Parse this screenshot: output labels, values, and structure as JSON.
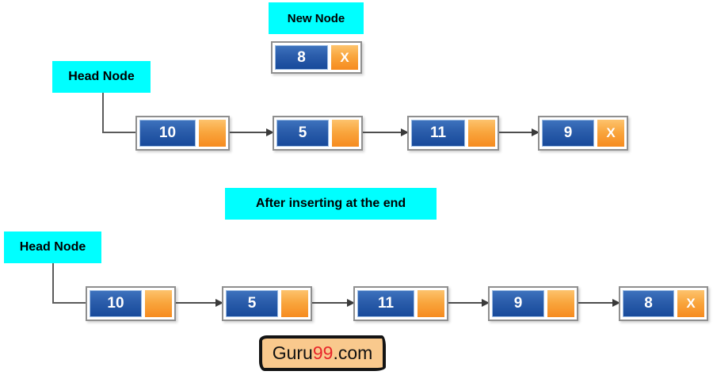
{
  "new_node": {
    "label": "New Node",
    "value": "8",
    "pointer": "X"
  },
  "head_label_top": "Head Node",
  "head_label_bottom": "Head Node",
  "after_label": "After inserting at the end",
  "list_before": [
    {
      "value": "10",
      "pointer": ""
    },
    {
      "value": "5",
      "pointer": ""
    },
    {
      "value": "11",
      "pointer": ""
    },
    {
      "value": "9",
      "pointer": "X"
    }
  ],
  "list_after": [
    {
      "value": "10",
      "pointer": ""
    },
    {
      "value": "5",
      "pointer": ""
    },
    {
      "value": "11",
      "pointer": ""
    },
    {
      "value": "9",
      "pointer": ""
    },
    {
      "value": "8",
      "pointer": "X"
    }
  ],
  "logo": {
    "prefix": "Guru",
    "number": "99",
    "suffix": ".com"
  },
  "colors": {
    "label_bg": "#00ffff",
    "node_blue_top": "#3d72bd",
    "node_blue_bottom": "#174a9b",
    "node_orange_top": "#fdc36d",
    "node_orange_bottom": "#f68b1f",
    "node_border": "#8f8f8f",
    "arrow": "#4d4d4d",
    "logo_bg": "#f9c98d",
    "logo_number_red": "#e8262a"
  }
}
